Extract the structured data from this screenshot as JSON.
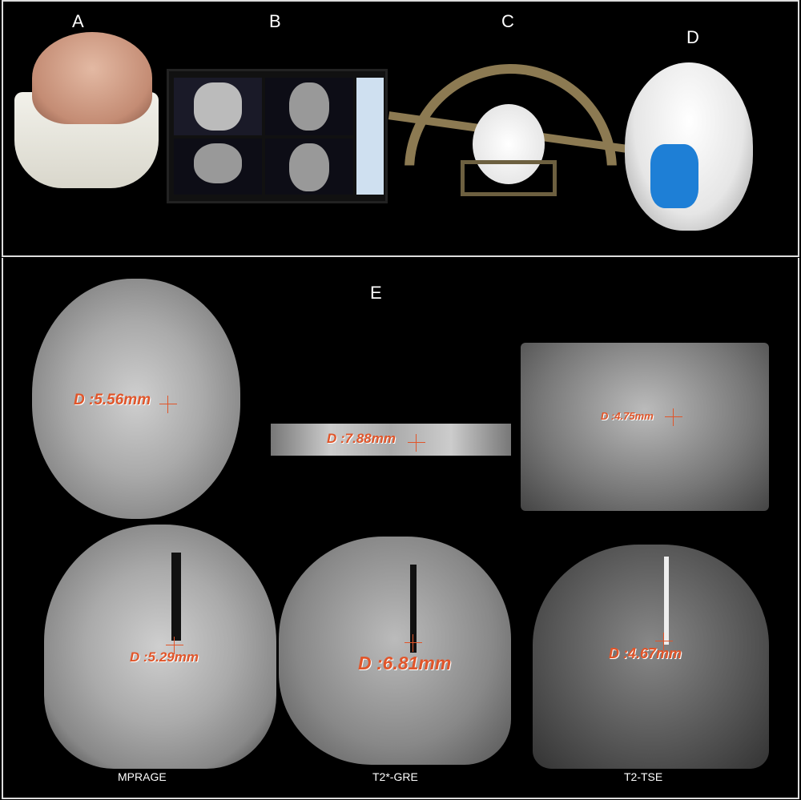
{
  "panel_labels": {
    "a": "A",
    "b": "B",
    "c": "C",
    "d": "D",
    "e": "E"
  },
  "measurements": {
    "mprage_axial": "D :5.56mm",
    "gre_axial": "D :7.88mm",
    "tse_axial": "D :4.75mm",
    "mprage_coronal": "D :5.29mm",
    "gre_coronal": "D :6.81mm",
    "tse_coronal": "D :4.67mm"
  },
  "captions": {
    "mprage": "MPRAGE",
    "gre": "T2*-GRE",
    "tse": "T2-TSE"
  },
  "colors": {
    "measurement": "#e0552a",
    "phantom_blue": "#1e7fd6"
  }
}
